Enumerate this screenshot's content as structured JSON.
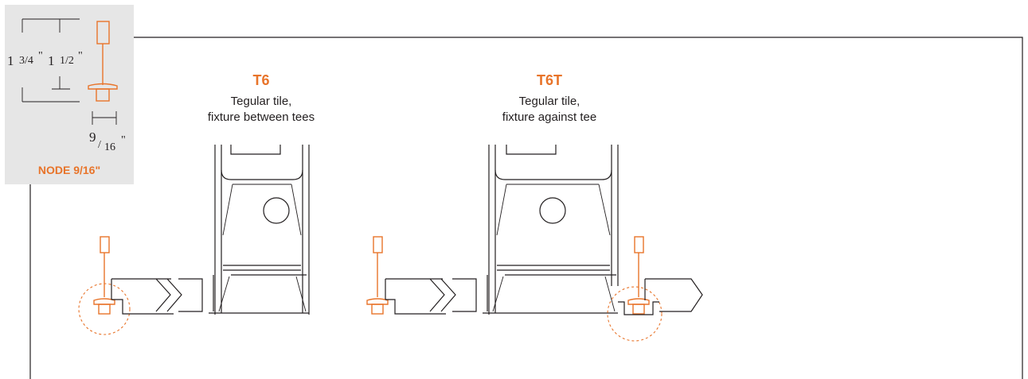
{
  "colors": {
    "accent": "#e8742a",
    "line": "#231f20",
    "panel": "#e6e6e6"
  },
  "node_panel": {
    "dim_height_total": "1 3/4\"",
    "dim_height_total_whole": "1",
    "dim_height_total_frac": "3/4",
    "dim_height_inner_whole": "1",
    "dim_height_inner_frac": "1/2",
    "dim_width_num": "9",
    "dim_width_den": "16",
    "inch_mark": "\"",
    "label": "NODE 9/16\""
  },
  "details": [
    {
      "code": "T6",
      "line1": "Tegular tile,",
      "line2": "fixture between tees"
    },
    {
      "code": "T6T",
      "line1": "Tegular tile,",
      "line2": "fixture against tee"
    }
  ]
}
